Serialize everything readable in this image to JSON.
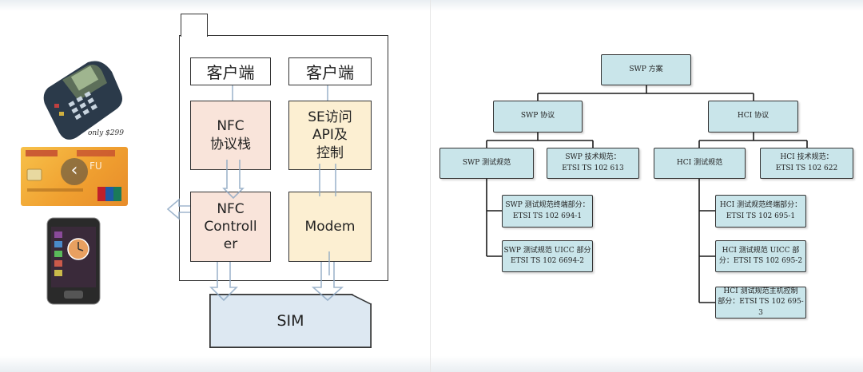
{
  "left_diagram": {
    "client_left": "客户端",
    "client_right": "客户端",
    "nfc_stack": "NFC\n协议栈",
    "se_api": "SE访问\nAPI及\n控制",
    "nfc_controller": "NFC\nControll\ner",
    "modem": "Modem",
    "sim": "SIM"
  },
  "devices": {
    "pos_terminal_label": "only $299",
    "card_icon": "chevron-left-icon"
  },
  "tree": {
    "root": "SWP 方案",
    "swp_protocol": "SWP 协议",
    "hci_protocol": "HCI 协议",
    "swp_test_spec": "SWP 测试规范",
    "swp_tech_spec": "SWP 技术规范：\nETSI TS 102 613",
    "hci_test_spec": "HCI 测试规范",
    "hci_tech_spec": "HCI 技术规范：\nETSI TS 102 622",
    "swp_terminal": "SWP 测试规范终端部分：\nETSI TS 102 694-1",
    "swp_uicc": "SWP 测试规范 UICC 部分\nETSI TS 102 6694-2",
    "hci_terminal": "HCI 测试规范终端部分：\nETSI TS 102 695-1",
    "hci_uicc": "HCI 测试规范 UICC 部\n分：ETSI TS 102 695-2",
    "hci_host": "HCI 测试规范主机控制\n部分：ETSI TS 102 695-3"
  },
  "colors": {
    "tree_node": "#c9e5ea",
    "nfc_block": "#f9e4da",
    "se_block": "#fcefd2",
    "sim_block": "#dde8f2",
    "arrow": "#8fa9c4"
  }
}
